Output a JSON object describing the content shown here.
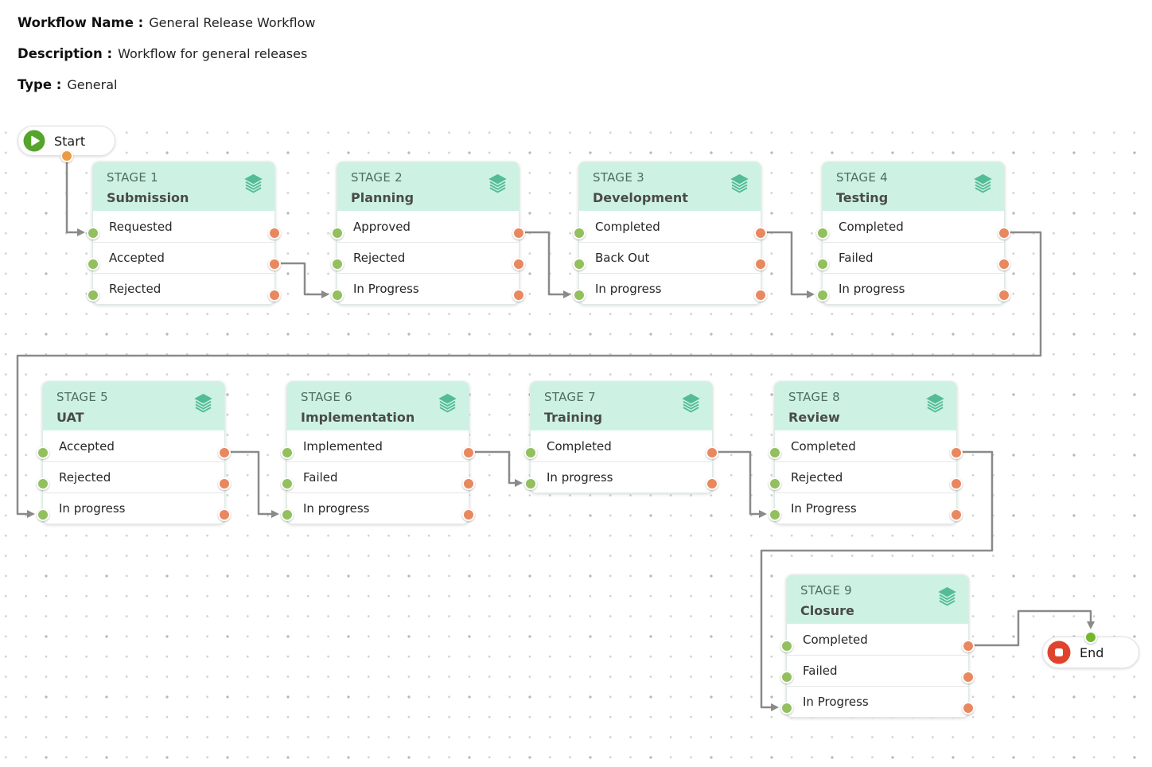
{
  "meta": {
    "workflow_name_label": "Workflow Name :",
    "workflow_name_value": "General Release Workflow",
    "description_label": "Description :",
    "description_value": "Workflow for general releases",
    "type_label": "Type :",
    "type_value": "General"
  },
  "canvas": {
    "start_node": {
      "label": "Start"
    },
    "end_node": {
      "label": "End"
    },
    "stages": [
      {
        "stage_label": "STAGE 1",
        "name": "Submission",
        "statuses": [
          "Requested",
          "Accepted",
          "Rejected"
        ]
      },
      {
        "stage_label": "STAGE 2",
        "name": "Planning",
        "statuses": [
          "Approved",
          "Rejected",
          "In Progress"
        ]
      },
      {
        "stage_label": "STAGE 3",
        "name": "Development",
        "statuses": [
          "Completed",
          "Back Out",
          "In progress"
        ]
      },
      {
        "stage_label": "STAGE 4",
        "name": "Testing",
        "statuses": [
          "Completed",
          "Failed",
          "In progress"
        ]
      },
      {
        "stage_label": "STAGE 5",
        "name": "UAT",
        "statuses": [
          "Accepted",
          "Rejected",
          "In progress"
        ]
      },
      {
        "stage_label": "STAGE 6",
        "name": "Implementation",
        "statuses": [
          "Implemented",
          "Failed",
          "In progress"
        ]
      },
      {
        "stage_label": "STAGE 7",
        "name": "Training",
        "statuses": [
          "Completed",
          "In progress"
        ]
      },
      {
        "stage_label": "STAGE 8",
        "name": "Review",
        "statuses": [
          "Completed",
          "Rejected",
          "In Progress"
        ]
      },
      {
        "stage_label": "STAGE 9",
        "name": "Closure",
        "statuses": [
          "Completed",
          "Failed",
          "In Progress"
        ]
      }
    ],
    "edges": [
      {
        "from": "Start",
        "to": "Stage 1 : Requested"
      },
      {
        "from": "Stage 1 : Accepted",
        "to": "Stage 2 : In Progress"
      },
      {
        "from": "Stage 2 : Approved",
        "to": "Stage 3 : In progress"
      },
      {
        "from": "Stage 3 : Completed",
        "to": "Stage 4 : In progress"
      },
      {
        "from": "Stage 4 : Completed",
        "to": "Stage 5 : In progress"
      },
      {
        "from": "Stage 5 : Accepted",
        "to": "Stage 6 : In progress"
      },
      {
        "from": "Stage 6 : Implemented",
        "to": "Stage 7 : In progress"
      },
      {
        "from": "Stage 7 : Completed",
        "to": "Stage 8 : In Progress"
      },
      {
        "from": "Stage 8 : Completed",
        "to": "Stage 9 : In Progress"
      },
      {
        "from": "Stage 9 : Completed",
        "to": "End"
      }
    ]
  },
  "colors": {
    "stage_header_bg": "#cdf2e4",
    "stage_label_text": "#4d6d62",
    "stage_name_text": "#4a4a4a",
    "status_text": "#262626",
    "layers_icon": "#54bc95",
    "input_port": "#93c05e",
    "output_port": "#e9885f",
    "start_port": "#eb9b43",
    "end_port": "#72b72e",
    "connector": "#8a8a8a",
    "play_icon_bg": "#55a52c",
    "stop_icon_bg": "#e0432c",
    "canvas_dot": "#ccced9"
  }
}
